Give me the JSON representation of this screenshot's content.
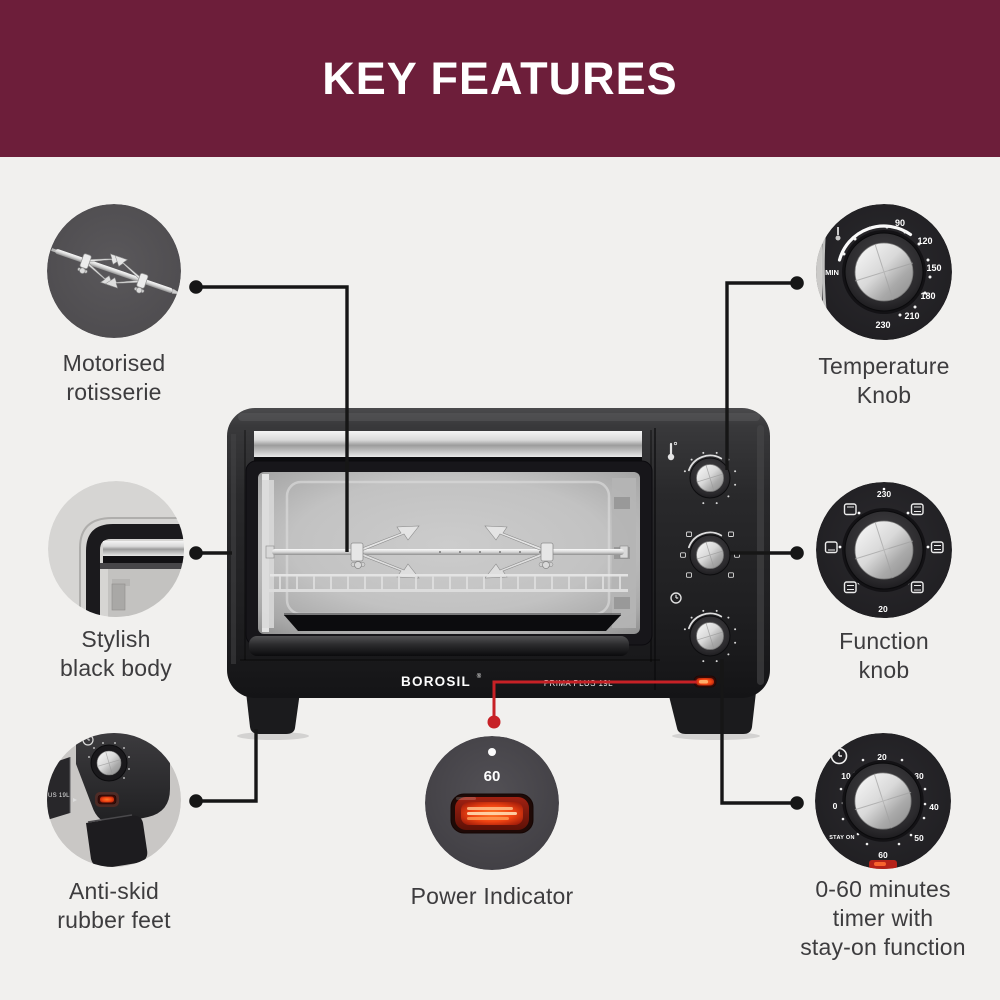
{
  "header": {
    "title": "KEY FEATURES"
  },
  "colors": {
    "header_bg": "#6d1e3a",
    "background": "#f1f0ee",
    "accent_red": "#c72126",
    "caption_text": "#3d3c3e",
    "connector": "#161616"
  },
  "product": {
    "brand": "BOROSIL",
    "brand_mark": "®",
    "model": "PRIMA PLUS 19L"
  },
  "callouts": {
    "rotisserie": {
      "label": "Motorised\nrotisserie"
    },
    "temperature": {
      "label": "Temperature\nKnob"
    },
    "black_body": {
      "label": "Stylish\nblack body"
    },
    "function": {
      "label": "Function\nknob"
    },
    "anti_skid": {
      "label": "Anti-skid\nrubber feet"
    },
    "power": {
      "label": "Power Indicator"
    },
    "timer": {
      "label": "0-60 minutes\ntimer with\nstay-on function"
    }
  },
  "knobs": {
    "temperature": {
      "min_label": "MIN",
      "scale": [
        "90",
        "120",
        "150",
        "180",
        "210",
        "230"
      ]
    },
    "function": {
      "top_value": "230",
      "bottom_value": "20"
    },
    "timer": {
      "stay_on_label": "STAY ON",
      "scale": [
        "0",
        "10",
        "20",
        "30",
        "40",
        "50",
        "60"
      ]
    },
    "power_indicator": {
      "value": "60"
    }
  },
  "fragments": {
    "side_panel_text": "US 19L"
  }
}
